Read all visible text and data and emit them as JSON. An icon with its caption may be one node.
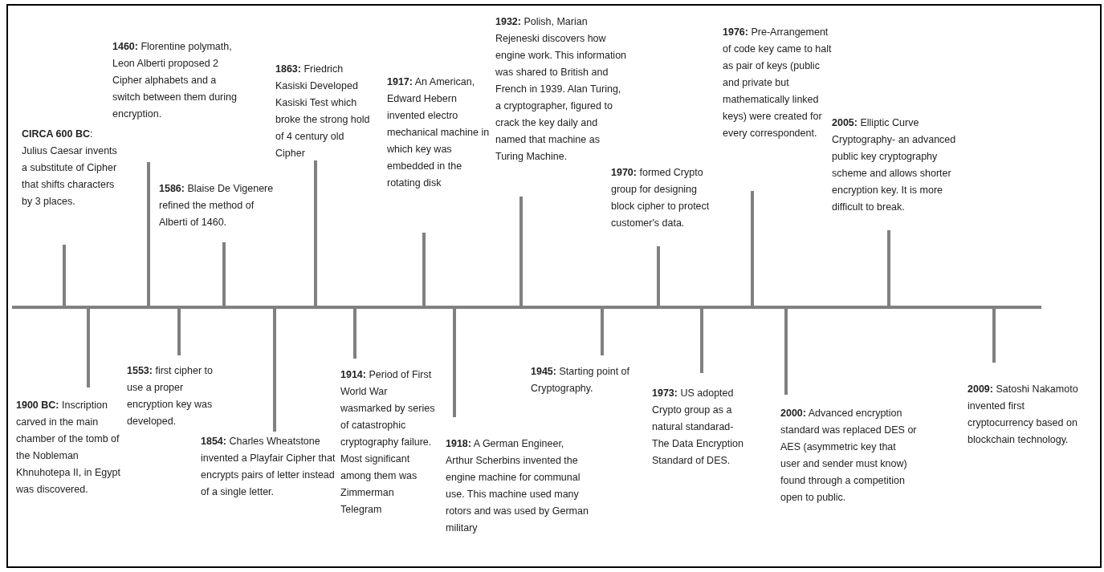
{
  "diagram": {
    "labels": [
      "**CIRCA 600 BC**: Julius Caesar invents a substitute of Cipher that shifts characters by 3 places.",
      "**1900 BC:** Inscription carved in the main chamber of the tomb of the Nobleman Khnuhotepa II, in Egypt was discovered.",
      "**1460:** Florentine polymath, Leon Alberti proposed 2 Cipher alphabets and a switch between them during encryption.",
      "**1553:** first cipher to use a proper encryption key was developed.",
      "**1586:** Blaise De Vigenere refined the method of Alberti of 1460.",
      "**1854:** Charles Wheatstone invented a Playfair Cipher that encrypts pairs of letter instead of a single letter.",
      "**1863:** Friedrich Kasiski Developed Kasiski Test which broke the strong hold of 4 century old Cipher",
      "**1914:** Period of First World War wasmarked by series of catastrophic cryptography failure. Most significant among them was Zimmerman Telegram",
      "**1917:** An American, Edward Hebern invented electro mechanical machine in which key was embedded in the rotating disk",
      "**1918:** A German Engineer, Arthur Scherbins invented the engine machine for communal use. This machine used many rotors and was used by German military",
      "**1932:** Polish, Marian Rejeneski discovers how engine work. This information was shared to British and French in 1939. Alan Turing, a cryptographer, figured to crack the key daily and named that machine as Turing Machine.",
      "**1945:** Starting point of Cryptography.",
      "**1970:** formed Crypto group for designing block cipher to protect customer's data.",
      "**1973:** US adopted Crypto group as a natural standarad- The Data Encryption Standard of DES.",
      "**1976:** Pre-Arrangement of code key came to halt as pair of keys (public and private but mathematically linked keys) were created for every correspondent.",
      "**2000:** Advanced encryption standard was replaced DES or AES (asymmetric key that user and sender must know) found through a competition open to public.",
      "**2005:** Elliptic Curve Cryptography- an advanced public key cryptography scheme and allows shorter encryption key. It is more difficult to break.",
      "**2009:** Satoshi Nakamoto invented first cryptocurrency based on blockchain technology."
    ]
  }
}
